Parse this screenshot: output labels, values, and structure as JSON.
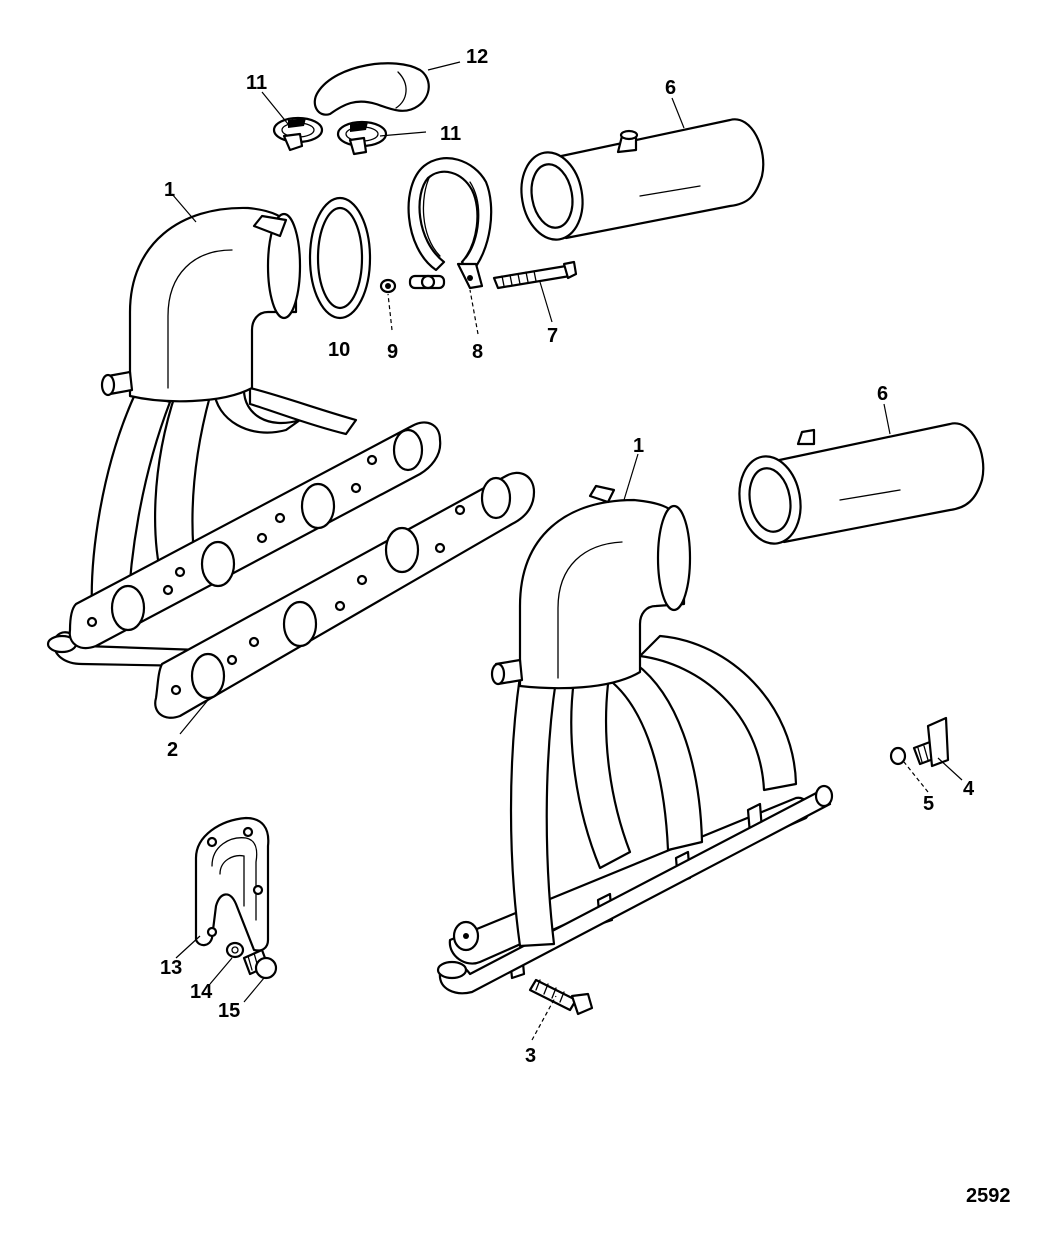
{
  "callouts": {
    "c1a": "1",
    "c1b": "1",
    "c2": "2",
    "c3": "3",
    "c4": "4",
    "c5": "5",
    "c6a": "6",
    "c6b": "6",
    "c7": "7",
    "c8": "8",
    "c9": "9",
    "c10": "10",
    "c11a": "11",
    "c11b": "11",
    "c12": "12",
    "c13": "13",
    "c14": "14",
    "c15": "15"
  },
  "reference_number": "2592"
}
